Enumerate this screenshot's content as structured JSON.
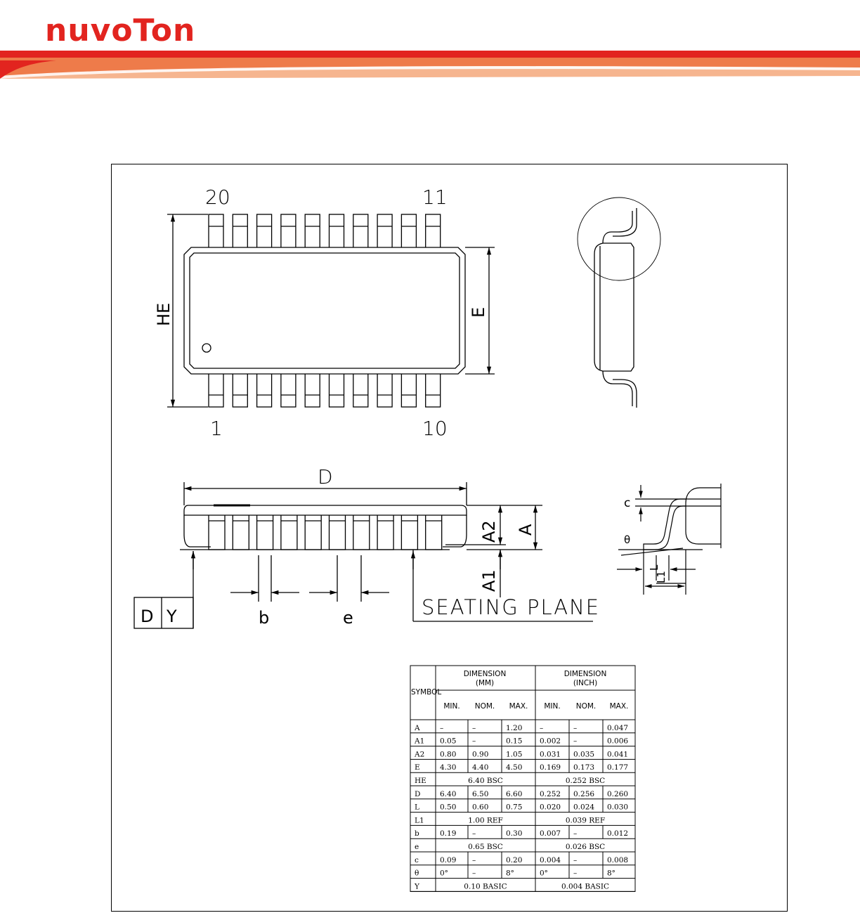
{
  "brand": {
    "logo_text": "nuvoTon",
    "color": "#E2241F",
    "band_colors": [
      "#E2241F",
      "#EE7B4A",
      "#F6B58F"
    ]
  },
  "drawing": {
    "pin_top_left": "20",
    "pin_top_right": "11",
    "pin_bottom_left": "1",
    "pin_bottom_right": "10",
    "label_HE": "HE",
    "label_E": "E",
    "label_D": "D",
    "label_A": "A",
    "label_A1": "A1",
    "label_A2": "A2",
    "label_b": "b",
    "label_e": "e",
    "label_c": "c",
    "label_theta": "θ",
    "label_L": "L",
    "label_L1": "L1",
    "label_seating": "SEATING PLANE",
    "box_D": "D",
    "box_Y": "Y"
  },
  "table": {
    "symbol_header": "SYMBOL",
    "mm_header": "DIMENSION",
    "mm_unit": "(MM)",
    "inch_header": "DIMENSION",
    "inch_unit": "(INCH)",
    "col_heads": [
      "MIN.",
      "NOM.",
      "MAX.",
      "MIN.",
      "NOM.",
      "MAX."
    ],
    "rows": [
      {
        "s": "A",
        "v": [
          "–",
          "–",
          "1.20",
          "–",
          "–",
          "0.047"
        ]
      },
      {
        "s": "A1",
        "v": [
          "0.05",
          "–",
          "0.15",
          "0.002",
          "–",
          "0.006"
        ]
      },
      {
        "s": "A2",
        "v": [
          "0.80",
          "0.90",
          "1.05",
          "0.031",
          "0.035",
          "0.041"
        ]
      },
      {
        "s": "E",
        "v": [
          "4.30",
          "4.40",
          "4.50",
          "0.169",
          "0.173",
          "0.177"
        ]
      },
      {
        "s": "HE",
        "mm": "6.40  BSC",
        "inch": "0.252  BSC"
      },
      {
        "s": "D",
        "v": [
          "6.40",
          "6.50",
          "6.60",
          "0.252",
          "0.256",
          "0.260"
        ]
      },
      {
        "s": "L",
        "v": [
          "0.50",
          "0.60",
          "0.75",
          "0.020",
          "0.024",
          "0.030"
        ]
      },
      {
        "s": "L1",
        "mm": "1.00  REF",
        "inch": "0.039  REF"
      },
      {
        "s": "b",
        "v": [
          "0.19",
          "–",
          "0.30",
          "0.007",
          "–",
          "0.012"
        ]
      },
      {
        "s": "e",
        "mm": "0.65  BSC",
        "inch": "0.026  BSC"
      },
      {
        "s": "c",
        "v": [
          "0.09",
          "–",
          "0.20",
          "0.004",
          "–",
          "0.008"
        ]
      },
      {
        "s": "θ",
        "v": [
          "0°",
          "–",
          "8°",
          "0°",
          "–",
          "8°"
        ]
      },
      {
        "s": "Y",
        "mm": "0.10  BASIC",
        "inch": "0.004  BASIC"
      }
    ]
  }
}
